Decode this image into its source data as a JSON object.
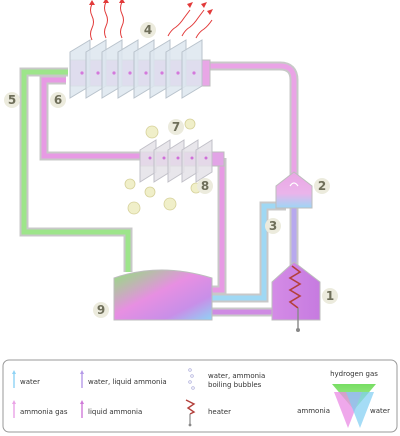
{
  "labels": {
    "boiler": "1",
    "separator": "2",
    "bubble_pump": "3",
    "condenser": "4",
    "hydrogen_line": "5",
    "condenser_outlet": "6",
    "evaporator": "7",
    "evaporator_coil": "8",
    "absorber": "9"
  },
  "legend": {
    "water": "water",
    "water_ammonia": "water, liquid ammonia",
    "bubbles_line1": "water, ammonia",
    "bubbles_line2": "boiling bubbles",
    "ammonia_gas": "ammonia gas",
    "liquid_ammonia": "liquid ammonia",
    "heater": "heater",
    "key_top": "hydrogen gas",
    "key_left": "ammonia",
    "key_right": "water"
  },
  "colors": {
    "water": "#8fd3f5",
    "ammonia": "#e58be0",
    "liquid_ammonia": "#cf7ad9",
    "hydrogen": "#90e07a",
    "frame_gray": "#c8c8c8",
    "badge_fill": "#ecebdd",
    "heater": "#b3403b",
    "heat_arrows": "#e23a3a",
    "fin_fill": "#dde6ee"
  }
}
